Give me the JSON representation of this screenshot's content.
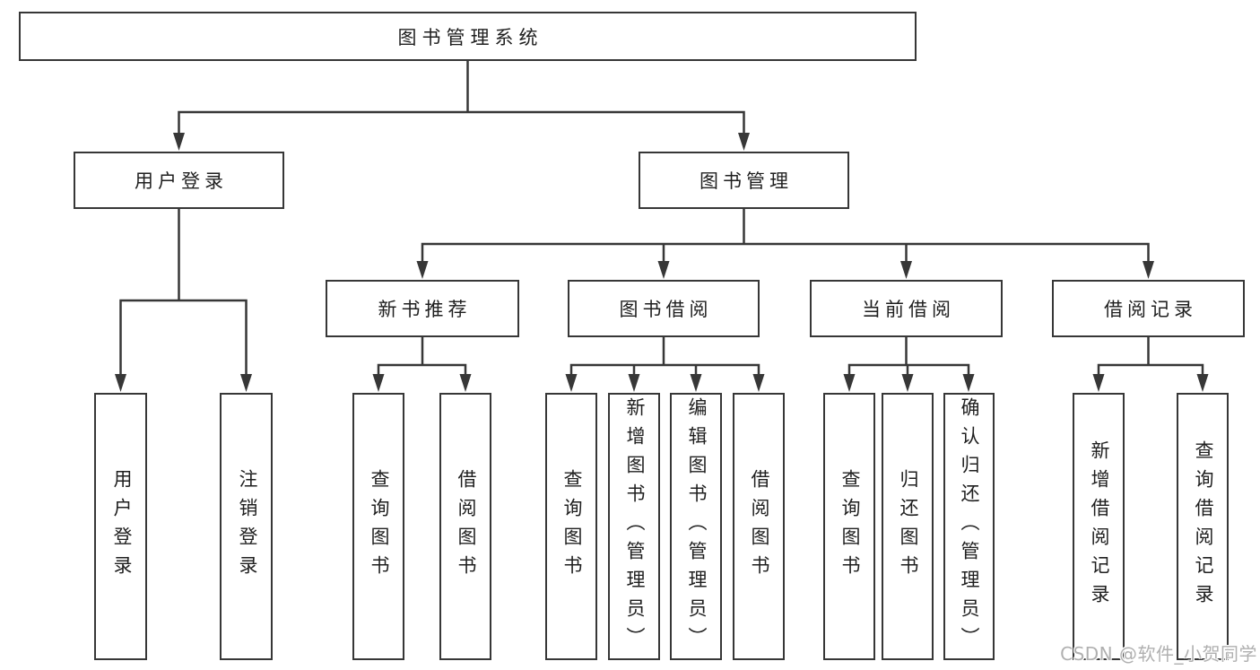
{
  "tree": {
    "label": "图书管理系统",
    "children": [
      {
        "label": "用户登录",
        "children": [
          {
            "label": "用户登录"
          },
          {
            "label": "注销登录"
          }
        ]
      },
      {
        "label": "图书管理",
        "children": [
          {
            "label": "新书推荐",
            "children": [
              {
                "label": "查询图书"
              },
              {
                "label": "借阅图书"
              }
            ]
          },
          {
            "label": "图书借阅",
            "children": [
              {
                "label": "查询图书"
              },
              {
                "label": "新增图书（管理员）"
              },
              {
                "label": "编辑图书（管理员）"
              },
              {
                "label": "借阅图书"
              }
            ]
          },
          {
            "label": "当前借阅",
            "children": [
              {
                "label": "查询图书"
              },
              {
                "label": "归还图书"
              },
              {
                "label": "确认归还（管理员）"
              }
            ]
          },
          {
            "label": "借阅记录",
            "children": [
              {
                "label": "新增借阅记录"
              },
              {
                "label": "查询借阅记录"
              }
            ]
          }
        ]
      }
    ]
  },
  "watermark": {
    "text": "CSDN @软件_小贺同学"
  },
  "colors": {
    "line": "#373737",
    "text": "#1f1f1f",
    "background": "#ffffff",
    "watermark": "#b0b0b0"
  }
}
